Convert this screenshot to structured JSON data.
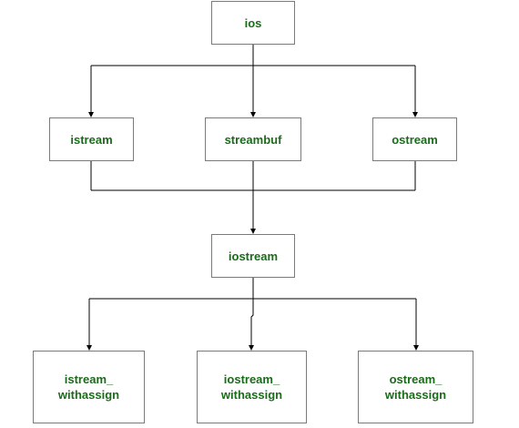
{
  "diagram": {
    "text_color": "#1a6b1a",
    "border_color": "#7a7a7a",
    "line_color": "#000000",
    "nodes": {
      "ios": "ios",
      "istream": "istream",
      "streambuf": "streambuf",
      "ostream": "ostream",
      "iostream": "iostream",
      "istream_withassign": "istream_\nwithassign",
      "iostream_withassign": "iostream_\nwithassign",
      "ostream_withassign": "ostream_\nwithassign"
    }
  }
}
